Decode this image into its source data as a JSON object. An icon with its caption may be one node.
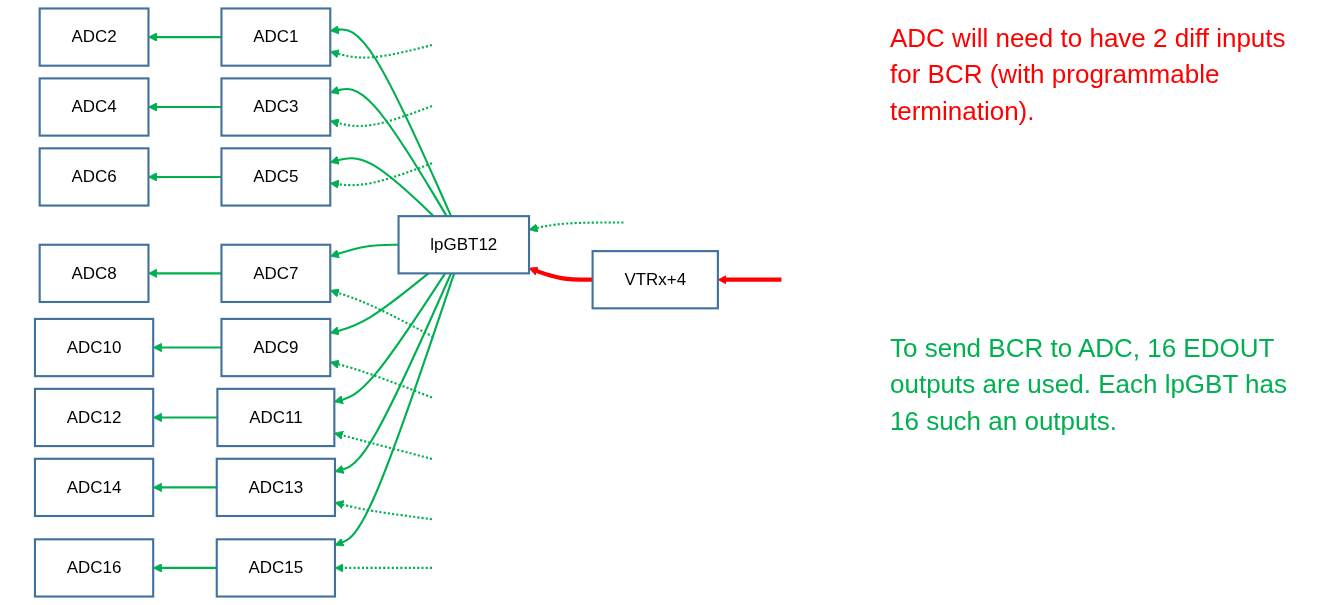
{
  "diagram": {
    "nodes": [
      {
        "text": [
          "ADC1"
        ]
      },
      {
        "text": [
          "ADC2"
        ]
      },
      {
        "text": [
          "ADC3"
        ]
      },
      {
        "text": [
          "ADC4"
        ]
      },
      {
        "text": [
          "ADC5"
        ]
      },
      {
        "text": [
          "ADC6"
        ]
      },
      {
        "text": [
          "ADC7"
        ]
      },
      {
        "text": [
          "ADC8"
        ]
      },
      {
        "text": [
          "ADC9"
        ]
      },
      {
        "text": [
          "ADC10"
        ]
      },
      {
        "text": [
          "ADC11"
        ]
      },
      {
        "text": [
          "ADC12"
        ]
      },
      {
        "text": [
          "ADC13"
        ]
      },
      {
        "text": [
          "ADC14"
        ]
      },
      {
        "text": [
          "ADC15"
        ]
      },
      {
        "text": [
          "ADC16"
        ]
      },
      {
        "text": [
          "lpGBT12"
        ]
      },
      {
        "text": [
          "VTRx+4"
        ]
      }
    ],
    "edges": [
      {
        "from": 16,
        "to": 0,
        "arrow": "to"
      },
      {
        "from": 16,
        "to": 2,
        "arrow": "to"
      },
      {
        "from": 16,
        "to": 4,
        "arrow": "to"
      },
      {
        "from": 16,
        "to": 6,
        "arrow": "to"
      },
      {
        "from": 16,
        "to": 8,
        "arrow": "to"
      },
      {
        "from": 16,
        "to": 10,
        "arrow": "to"
      },
      {
        "from": 16,
        "to": 12,
        "arrow": "to"
      },
      {
        "from": 16,
        "to": 14,
        "arrow": "to"
      },
      {
        "from": 0,
        "to": 1,
        "arrow": "to"
      },
      {
        "from": 2,
        "to": 3,
        "arrow": "to"
      },
      {
        "from": 4,
        "to": 5,
        "arrow": "to"
      },
      {
        "from": 6,
        "to": 7,
        "arrow": "to"
      },
      {
        "from": 8,
        "to": 9,
        "arrow": "to"
      },
      {
        "from": 10,
        "to": 11,
        "arrow": "to"
      },
      {
        "from": 12,
        "to": 13,
        "arrow": "to"
      },
      {
        "from": 14,
        "to": 15,
        "arrow": "to"
      },
      {
        "from": null,
        "to": 0,
        "arrow": "to",
        "style": "dashed"
      },
      {
        "from": null,
        "to": 2,
        "arrow": "to",
        "style": "dashed"
      },
      {
        "from": null,
        "to": 4,
        "arrow": "to",
        "style": "dashed"
      },
      {
        "from": null,
        "to": 6,
        "arrow": "to",
        "style": "dashed"
      },
      {
        "from": null,
        "to": 8,
        "arrow": "to",
        "style": "dashed"
      },
      {
        "from": null,
        "to": 10,
        "arrow": "to",
        "style": "dashed"
      },
      {
        "from": null,
        "to": 12,
        "arrow": "to",
        "style": "dashed"
      },
      {
        "from": null,
        "to": 14,
        "arrow": "to",
        "style": "dashed"
      },
      {
        "from": null,
        "to": 16,
        "arrow": "to",
        "style": "dashed"
      },
      {
        "from": 17,
        "to": 16,
        "arrow": "to",
        "style": "thick",
        "color": "#ff0000"
      },
      {
        "from": null,
        "to": 17,
        "arrow": "to",
        "style": "thick",
        "color": "#ff0000"
      }
    ],
    "labels": [
      "ADC will need to have 2 diff inputs for BCR (with programmable termination).",
      "To send BCR to ADC, 16 EDOUT outputs are used. Each lpGBT has 16 such an outputs."
    ]
  }
}
